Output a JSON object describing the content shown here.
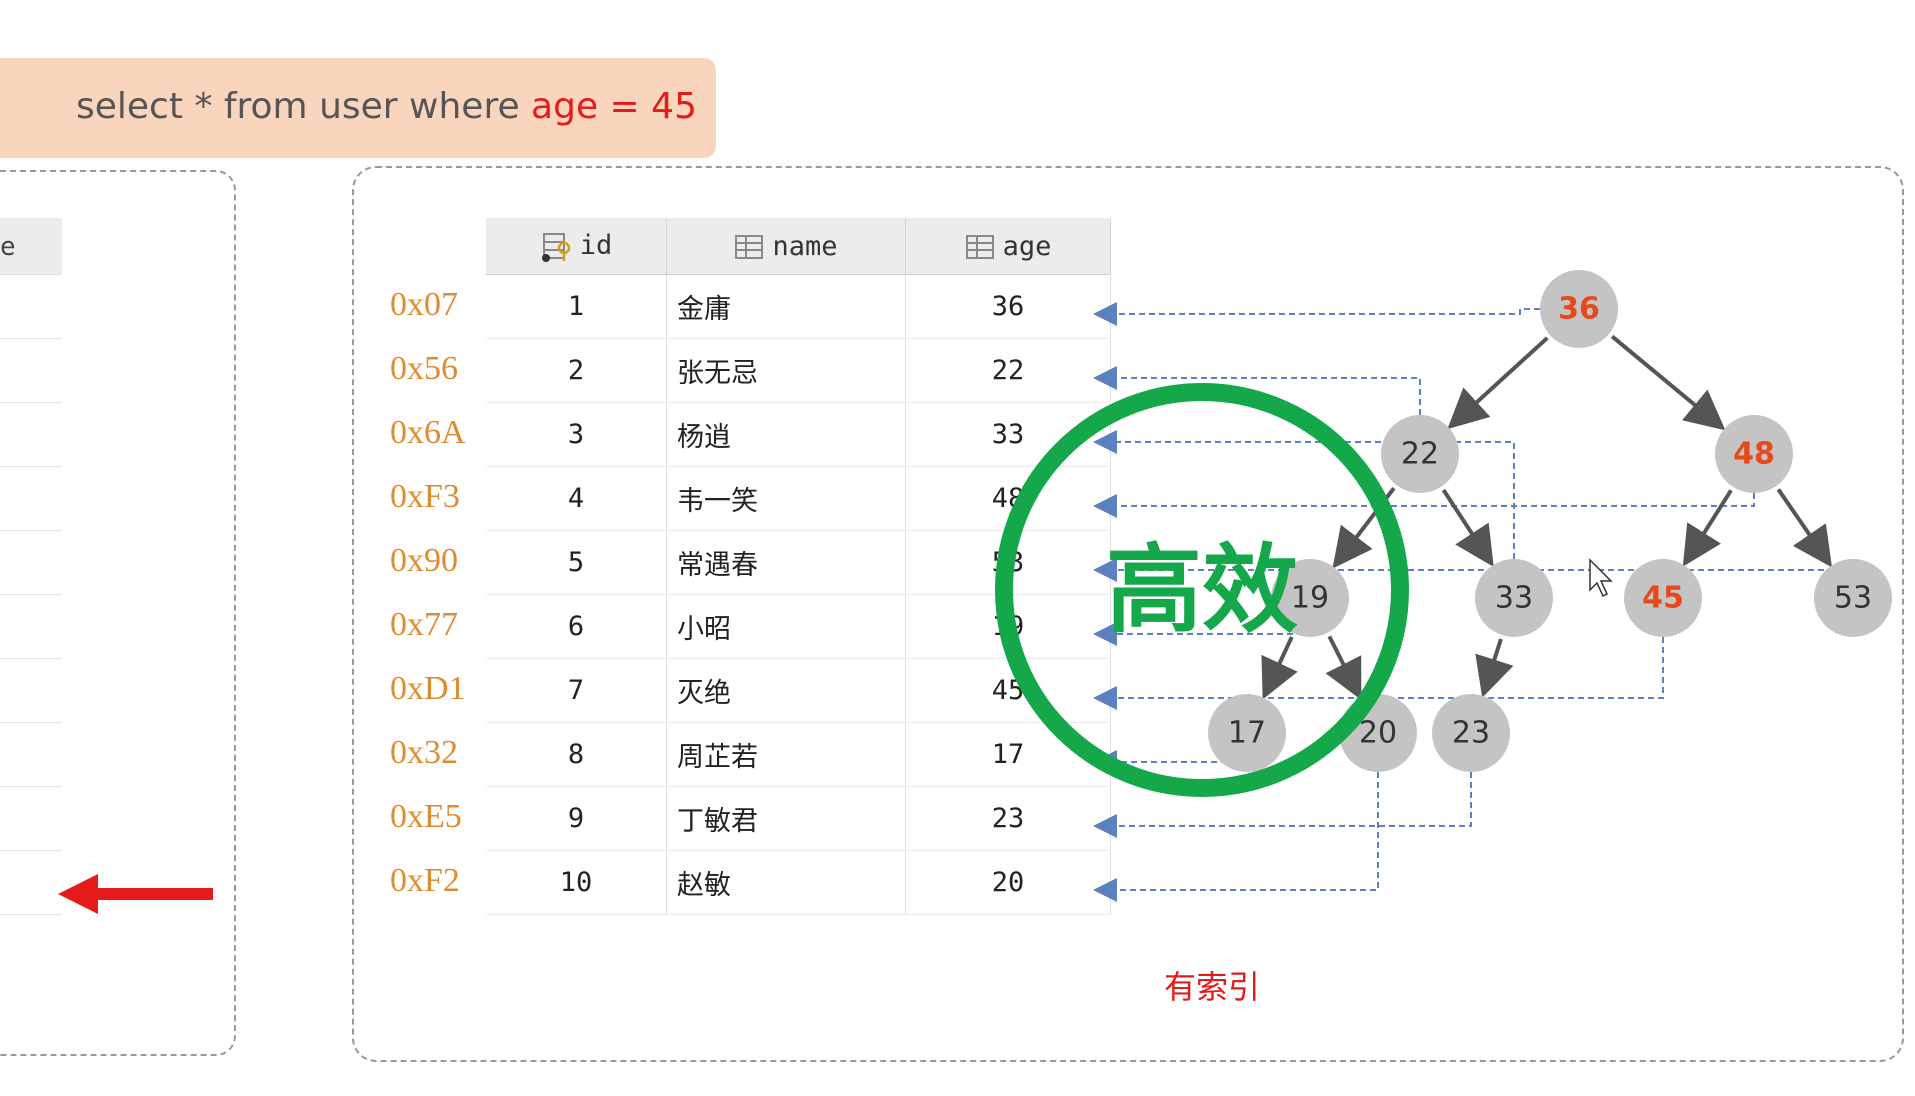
{
  "query": {
    "prefix": "select * from user where ",
    "highlight": "age = 45"
  },
  "left_table": {
    "partial_header": "e"
  },
  "table": {
    "columns": [
      "id",
      "name",
      "age"
    ],
    "rows": [
      {
        "addr": "0x07",
        "id": "1",
        "name": "金庸",
        "age": "36"
      },
      {
        "addr": "0x56",
        "id": "2",
        "name": "张无忌",
        "age": "22"
      },
      {
        "addr": "0x6A",
        "id": "3",
        "name": "杨逍",
        "age": "33"
      },
      {
        "addr": "0xF3",
        "id": "4",
        "name": "韦一笑",
        "age": "48"
      },
      {
        "addr": "0x90",
        "id": "5",
        "name": "常遇春",
        "age": "53"
      },
      {
        "addr": "0x77",
        "id": "6",
        "name": "小昭",
        "age": "19"
      },
      {
        "addr": "0xD1",
        "id": "7",
        "name": "灭绝",
        "age": "45"
      },
      {
        "addr": "0x32",
        "id": "8",
        "name": "周芷若",
        "age": "17"
      },
      {
        "addr": "0xE5",
        "id": "9",
        "name": "丁敏君",
        "age": "23"
      },
      {
        "addr": "0xF2",
        "id": "10",
        "name": "赵敏",
        "age": "20"
      }
    ]
  },
  "tree": {
    "nodes": [
      "36",
      "22",
      "48",
      "19",
      "33",
      "45",
      "53",
      "17",
      "20",
      "23"
    ],
    "highlighted": [
      "36",
      "48",
      "45"
    ]
  },
  "stamp": "高效",
  "caption": "有索引",
  "colors": {
    "highlight": "#e8481c",
    "node": "#c4c4c4",
    "stamp": "#14a84a",
    "pointer": "#5a82c0",
    "address": "#e08a32"
  }
}
